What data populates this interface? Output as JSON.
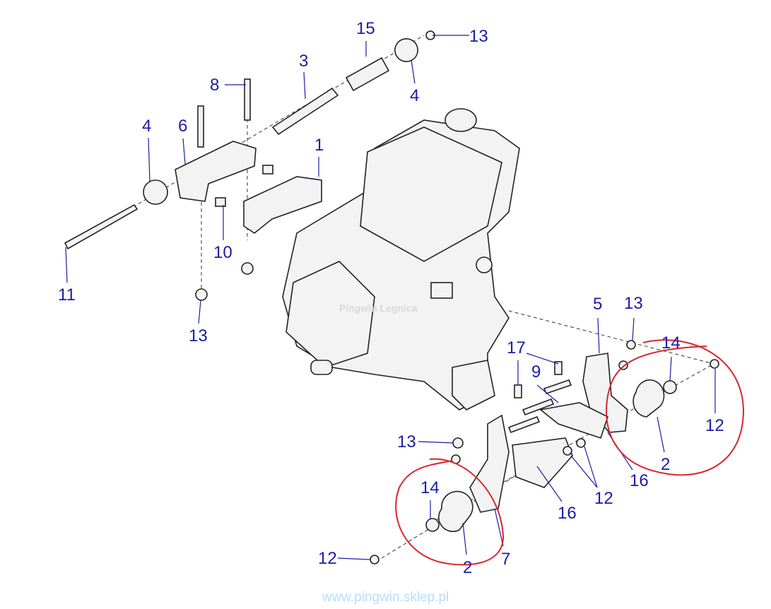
{
  "callouts": [
    "15",
    "13",
    "3",
    "8",
    "4",
    "4",
    "6",
    "1",
    "10",
    "11",
    "13",
    "5",
    "13",
    "14",
    "17",
    "9",
    "12",
    "2",
    "16",
    "13",
    "14",
    "12",
    "16",
    "12",
    "2",
    "7"
  ],
  "watermark": "www.pingwin.sklep.pl",
  "engine_watermark": "Pingwin Legnica",
  "colors": {
    "callout": "#1c1ca6",
    "markup": "#d9262c",
    "watermark": "#b9dcf8"
  }
}
